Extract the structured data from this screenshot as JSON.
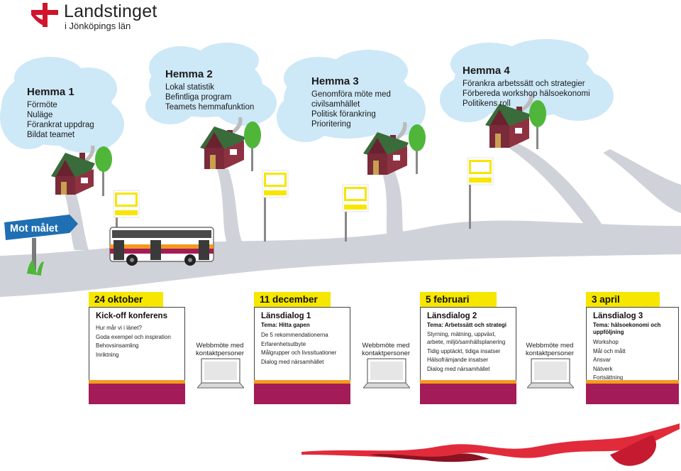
{
  "header": {
    "logo_title": "Landstinget",
    "logo_sub": "i Jönköpings län"
  },
  "signpost": "Mot målet",
  "homes": [
    {
      "title": "Hemma 1",
      "items": [
        "Förmöte",
        "Nuläge",
        "Förankrat uppdrag",
        "Bildat teamet"
      ]
    },
    {
      "title": "Hemma 2",
      "items": [
        "Lokal statistik",
        "Befintliga program",
        "Teamets hemmafunktion"
      ]
    },
    {
      "title": "Hemma 3",
      "items": [
        "Genomföra möte med",
        "civilsamhället",
        "Politisk förankring",
        "Prioritering"
      ]
    },
    {
      "title": "Hemma 4",
      "items": [
        "Förankra arbetssätt och strategier",
        "Förbereda workshop hälsoekonomi",
        "Politikens roll"
      ]
    }
  ],
  "events": [
    {
      "date": "24 oktober",
      "title": "Kick-off konferens",
      "theme": "",
      "items": [
        "Hur mår vi i länet?",
        "Goda exempel och inspiration",
        "Behovsinsamling",
        "Inriktning"
      ]
    },
    {
      "date": "11 december",
      "title": "Länsdialog 1",
      "theme": "Tema: Hitta gapen",
      "items": [
        "De 5 rekommendationerna",
        "Erfarenhetsutbyte",
        "Målgrupper och livssituationer",
        "Dialog med närsamhället"
      ]
    },
    {
      "date": "5 februari",
      "title": "Länsdialog 2",
      "theme": "Tema: Arbetssätt och strategi",
      "items": [
        "Styrning, mätning, uppväxt,",
        "arbete, miljö/samhällsplanering",
        "Tidig upptäckt, tidiga insatser",
        "Hälsofrämjande insatser",
        "Dialog med närsamhället"
      ]
    },
    {
      "date": "3 april",
      "title": "Länsdialog 3",
      "theme": "Tema: hälsoekonomi och uppföljning",
      "items": [
        "Workshop",
        "Mål och mått",
        "Ansvar",
        "Nätverk",
        "Fortsättning"
      ]
    }
  ],
  "webinar_label": "Webbmöte med kontaktpersoner",
  "colors": {
    "sky": "#cde8f7",
    "road": "#cfd3d9",
    "tag": "#f7e600",
    "card_bottom": "#a31c57",
    "card_stripe": "#f39a1e",
    "logo_red": "#d0142c",
    "house": "#7a2a38",
    "roof": "#3a6b3a",
    "tree": "#4fb63a",
    "sign_blue": "#1f6fb3"
  }
}
